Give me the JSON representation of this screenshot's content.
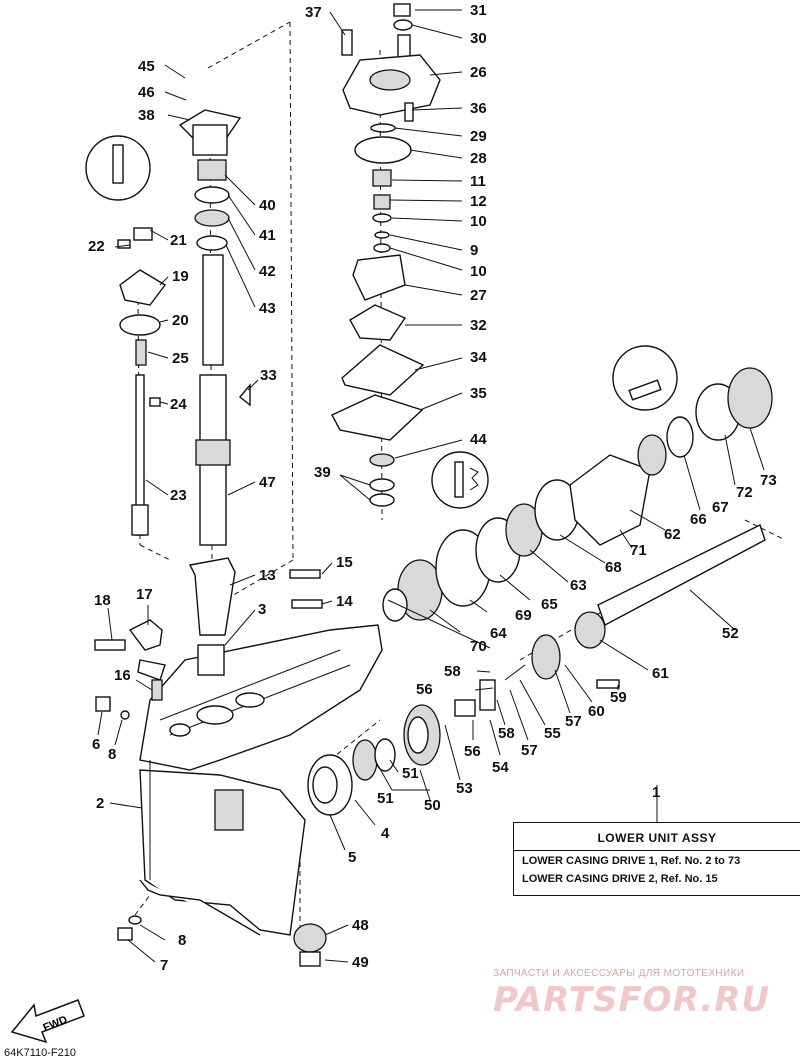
{
  "assembly_box": {
    "title": "LOWER UNIT ASSY",
    "lines": [
      "LOWER CASING DRIVE 1, Ref. No. 2 to 73",
      "LOWER CASING DRIVE 2, Ref. No. 15"
    ]
  },
  "diagram_code": "64K7110-F210",
  "direction_arrow": "FWD",
  "watermark": {
    "subtitle": "ЗАПЧАСТИ И АКСЕССУАРЫ ДЛЯ МОТОТЕХНИКИ",
    "logo": "PARTSFOR.RU"
  },
  "callout_labels": [
    "31",
    "30",
    "26",
    "36",
    "29",
    "28",
    "11",
    "12",
    "10",
    "9",
    "10",
    "27",
    "32",
    "34",
    "35",
    "44",
    "39",
    "37",
    "45",
    "46",
    "38",
    "40",
    "41",
    "42",
    "43",
    "21",
    "22",
    "19",
    "20",
    "25",
    "33",
    "24",
    "23",
    "47",
    "13",
    "15",
    "14",
    "3",
    "18",
    "17",
    "16",
    "6",
    "8",
    "2",
    "4",
    "5",
    "51",
    "51",
    "50",
    "53",
    "54",
    "56",
    "56",
    "58",
    "58",
    "57",
    "57",
    "55",
    "59",
    "60",
    "61",
    "52",
    "62",
    "71",
    "63",
    "68",
    "65",
    "69",
    "64",
    "70",
    "66",
    "67",
    "72",
    "73",
    "1",
    "48",
    "8",
    "7",
    "49"
  ],
  "icons": [
    "vertical-pin-icon",
    "woodruff-key-icon",
    "circlip-icon",
    "fwd-arrow-icon"
  ]
}
